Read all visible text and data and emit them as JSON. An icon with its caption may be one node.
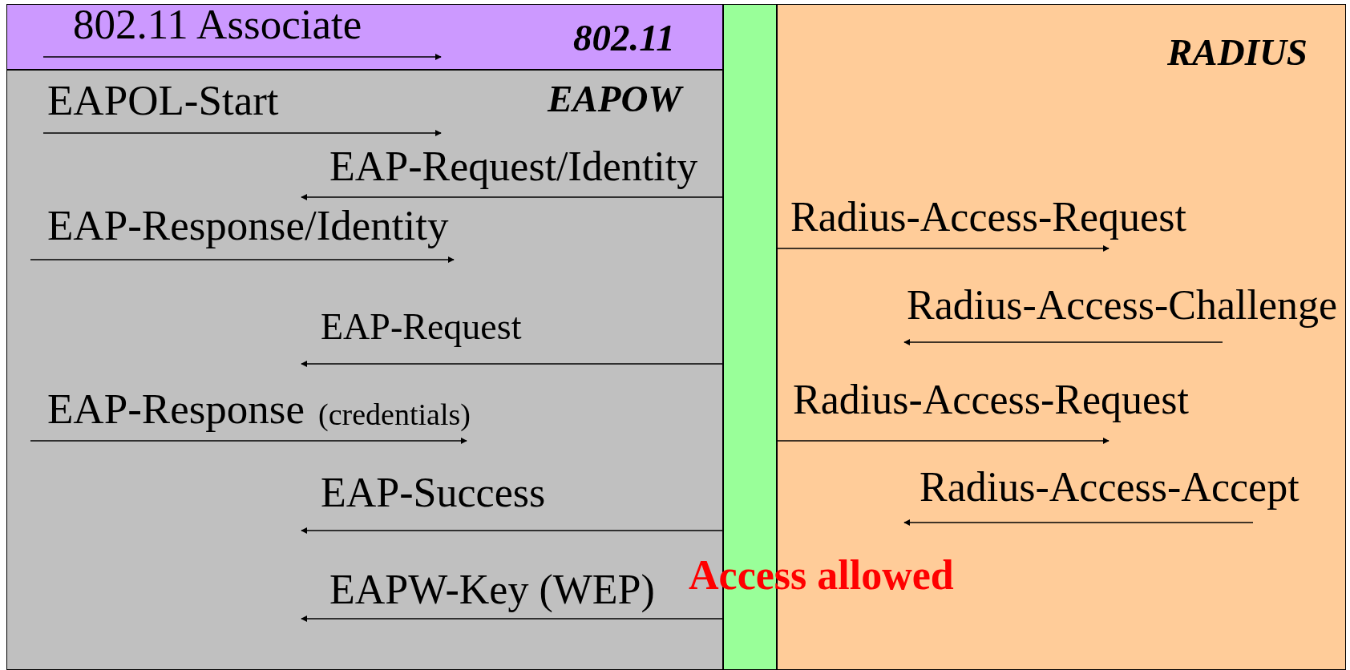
{
  "diagram": {
    "nodes": [
      {
        "text": [
          "802.11"
        ]
      },
      {
        "text": [
          "EAPOW"
        ]
      },
      {
        "text": [],
        "shape": "bar"
      },
      {
        "text": [
          "RADIUS"
        ]
      }
    ],
    "edges": [
      {
        "from": 2,
        "to": 1,
        "arrow": "to",
        "label": "EAP-Request/Identity"
      },
      {
        "from": 2,
        "to": 3,
        "arrow": "to",
        "label": "Radius-Access-Request"
      },
      {
        "from": 2,
        "to": 1,
        "arrow": "to",
        "label": "EAP-Request"
      },
      {
        "from": 2,
        "to": 3,
        "arrow": "to",
        "label": "Radius-Access-Request"
      },
      {
        "from": 2,
        "to": 1,
        "arrow": "to",
        "label": "EAP-Success"
      },
      {
        "from": 2,
        "to": 1,
        "arrow": "to",
        "label": "EAPW-Key (WEP)"
      }
    ],
    "labels": [
      "802.11 Associate",
      "EAPOL-Start",
      "EAP-Response/Identity",
      "Radius-Access-Challenge",
      "EAP-Response",
      "(credentials)",
      "Radius-Access-Accept",
      "Access allowed"
    ]
  }
}
